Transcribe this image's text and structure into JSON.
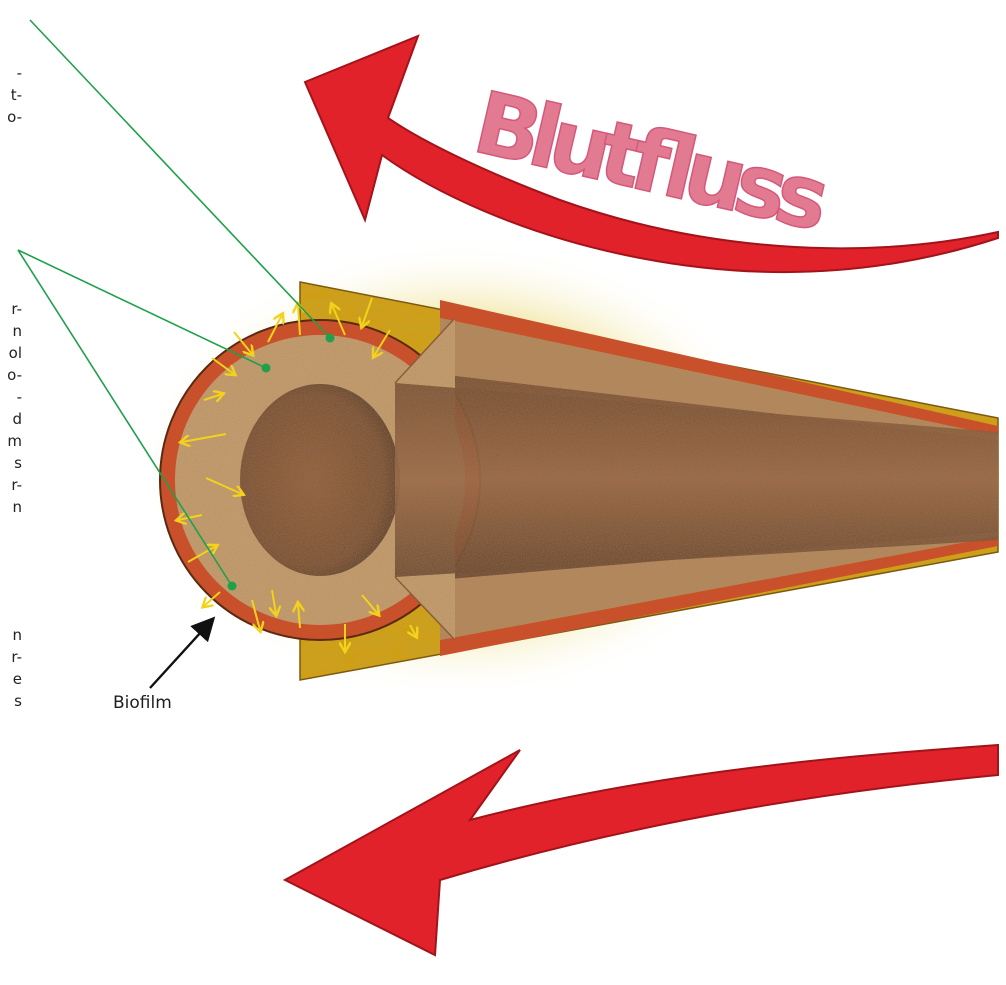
{
  "flow_label": "Blutfluss",
  "biofilm_label": "Biofilm",
  "cut_off_text": {
    "block_1": [
      "-",
      "t-",
      "o-"
    ],
    "block_2": [
      "r-",
      "n",
      "ol",
      "o-",
      "-",
      "d",
      "m",
      "s",
      "r-",
      "n"
    ],
    "block_3": [
      "n",
      "r-",
      "e",
      "s"
    ]
  },
  "colors": {
    "arrow_red": "#e2222a",
    "arrow_dark": "#b3131a",
    "flow_text": "#e27a92",
    "leader_line": "#1fa04a",
    "biofilm": "#c8502a",
    "outer_wall": "#cf9f1b",
    "lock_solution": "#b88a5c",
    "lumen": "#7b4a2c",
    "diffusion_arrow": "#f3d21b"
  }
}
